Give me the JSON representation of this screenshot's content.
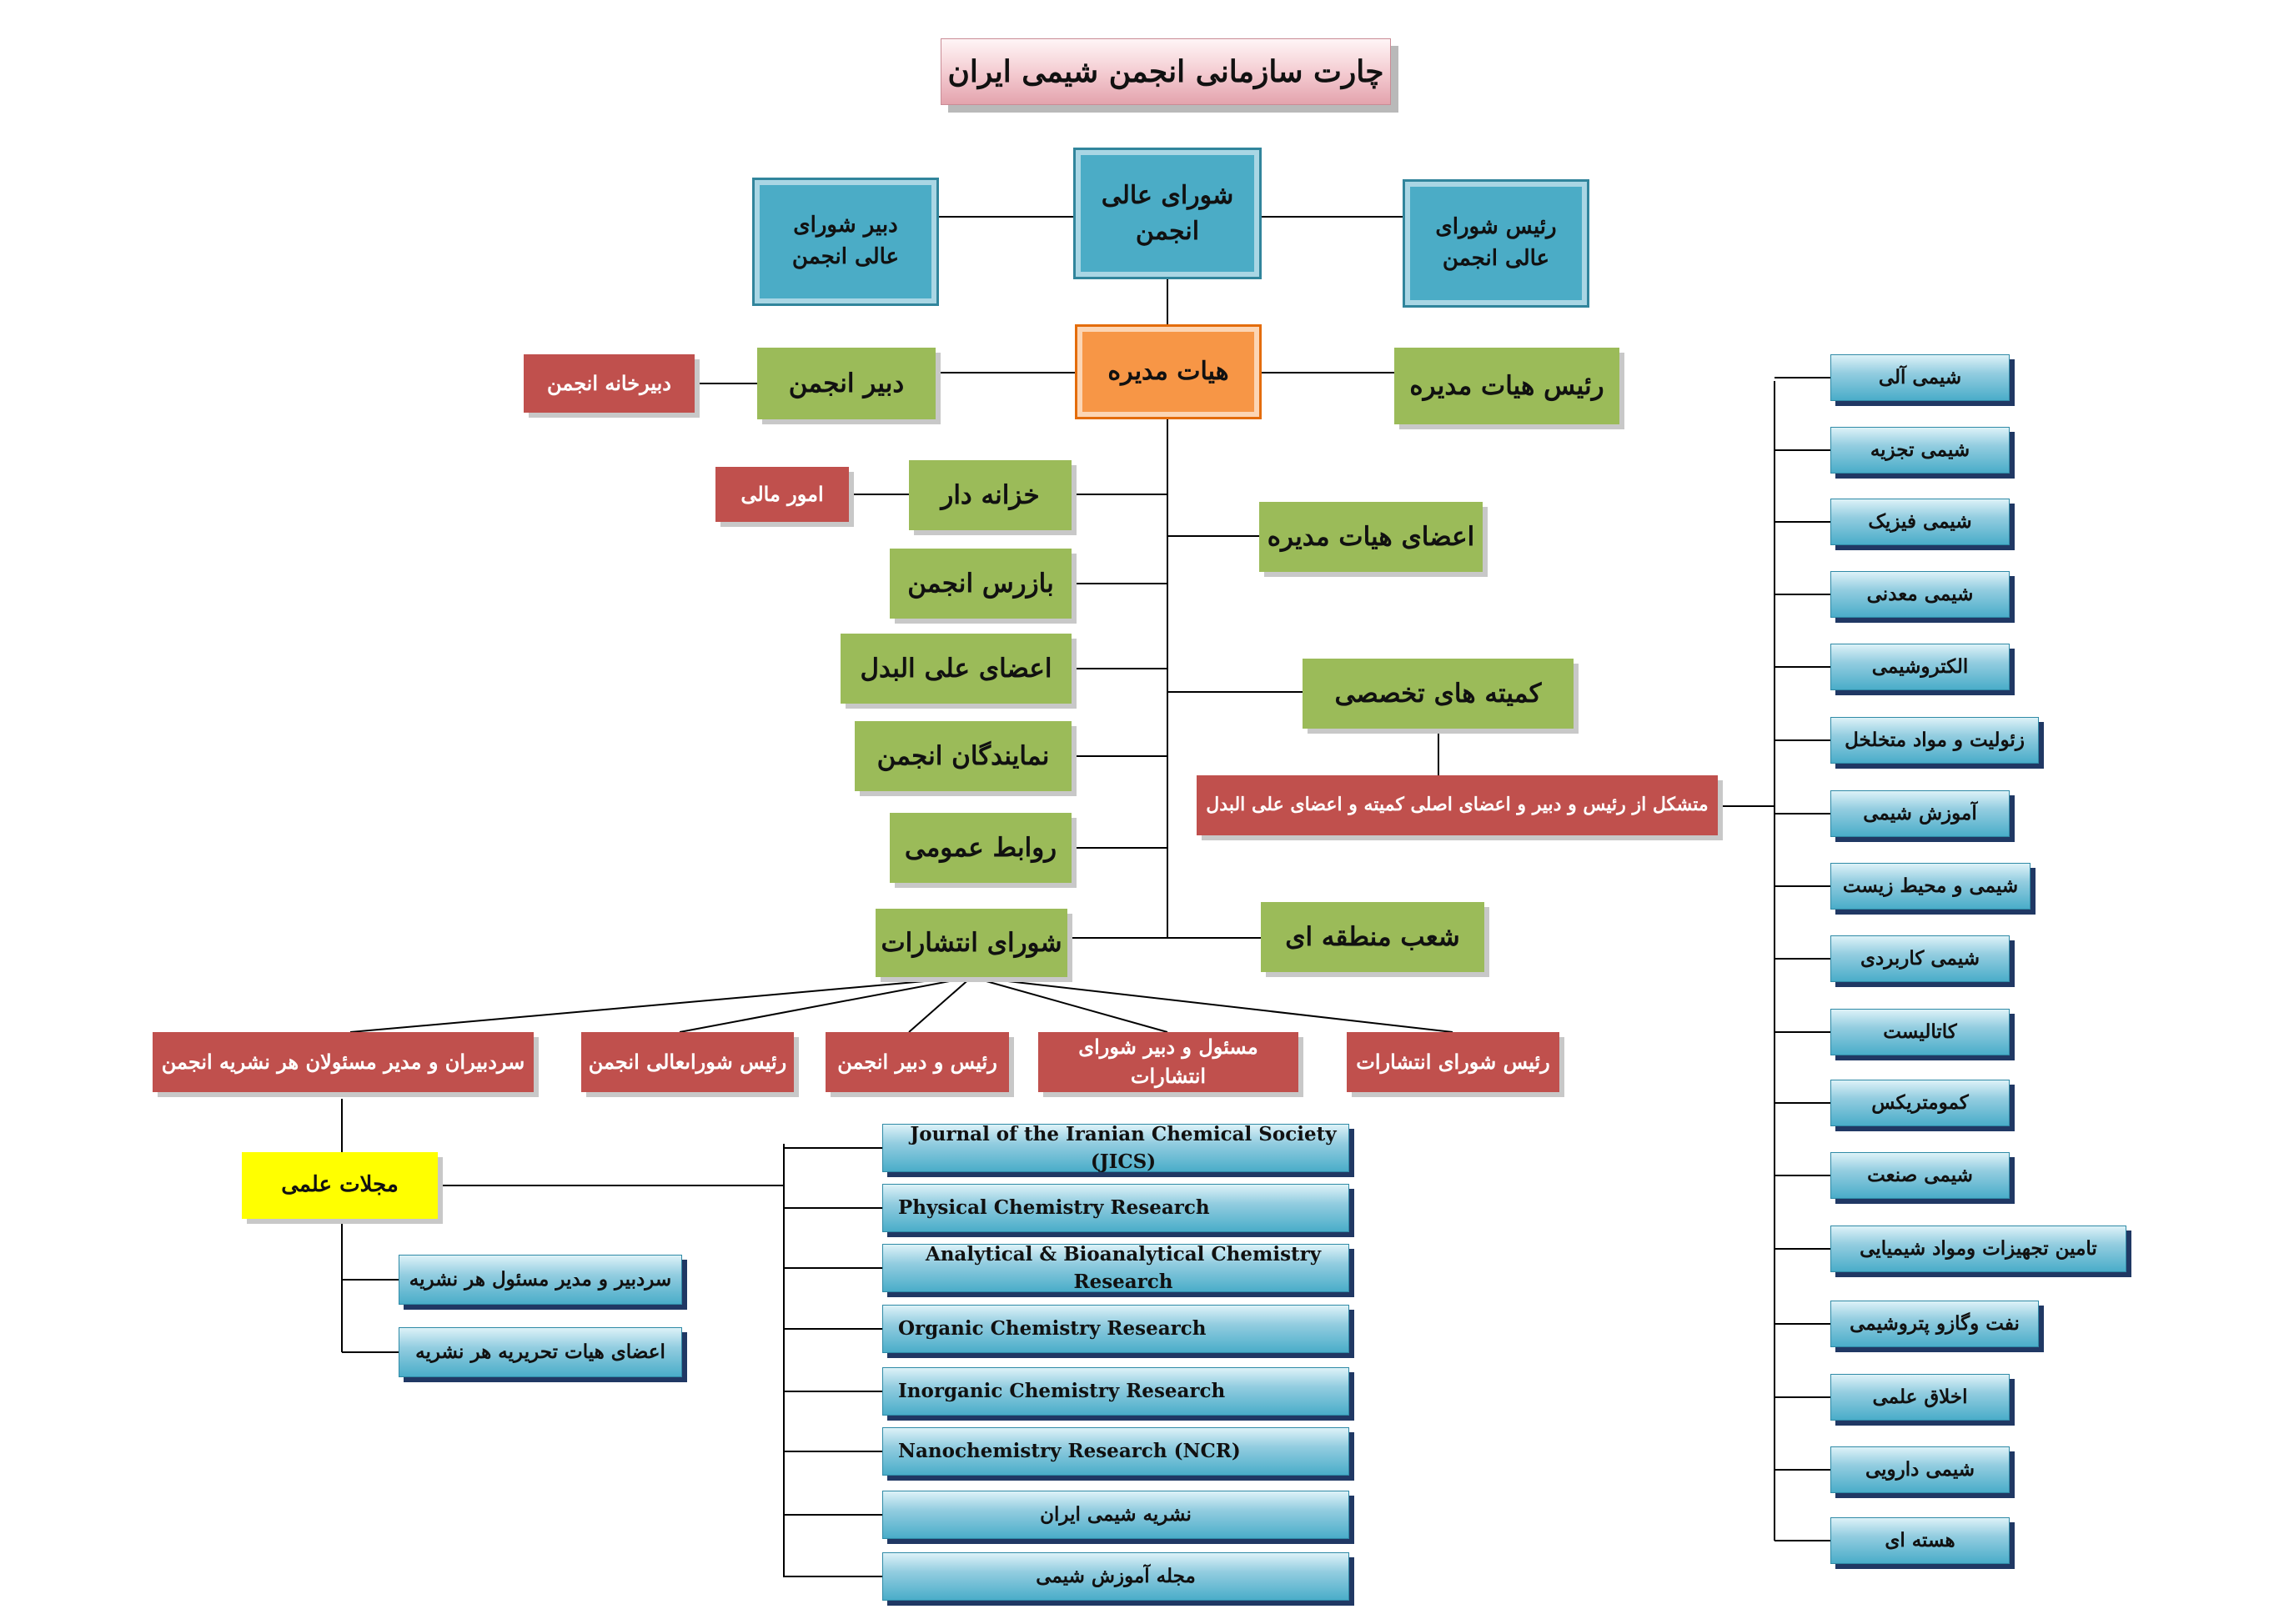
{
  "title": "چارت سازمانی انجمن شیمی ایران",
  "top_council": {
    "secretary": "دبیر شورای\nعالی انجمن",
    "council": "شورای عالی\nانجمن",
    "chair": "رئیس شورای\nعالی انجمن"
  },
  "board": {
    "secretariat": "دبیرخانه انجمن",
    "secretary": "دبیر انجمن",
    "board": "هیات مدیره",
    "board_chair": "رئیس هیات مدیره"
  },
  "left_units": {
    "finance": "امور مالی",
    "treasurer": "خزانه دار",
    "inspector": "بازرس انجمن",
    "alternates": "اعضای علی البدل",
    "representatives": "نمایندگان انجمن",
    "public_relations": "روابط عمومی",
    "publications_council": "شورای انتشارات"
  },
  "right_units": {
    "board_members": "اعضای هیات مدیره",
    "committees": "کمیته های تخصصی",
    "committees_note": "متشکل از رئیس و دبیر و اعضای اصلی کمیته و اعضای علی البدل",
    "branches": "شعب منطقه ای"
  },
  "publications_members": [
    "سردبیران و مدیر مسئولان هر نشریه انجمن",
    "رئیس شوراىعالی انجمن",
    "رئیس و دبیر انجمن",
    "مسئول و دبیر شورای انتشارات",
    "رئیس شورای انتشارات"
  ],
  "journals_node": "مجلات علمی",
  "journal_staff": [
    "سردبیر و  مدیر مسئول هر نشریه",
    "اعضای هیات تحریریه هر نشریه"
  ],
  "journals": [
    "Journal of the Iranian Chemical Society (JICS)",
    "Physical Chemistry Research",
    "Analytical & Bioanalytical Chemistry Research",
    "Organic Chemistry Research",
    "Inorganic Chemistry Research",
    "Nanochemistry Research (NCR)",
    "نشریه شیمی ایران",
    "مجله آموزش شیمی"
  ],
  "committees_list": [
    "شیمی آلی",
    "شیمی تجزیه",
    "شیمی فیزیک",
    "شیمی معدنی",
    "الکتروشیمی",
    "زئولیت و مواد متخلخل",
    "آموزش شیمی",
    "شیمی و محیط زیست",
    "شیمی کاربردی",
    "کاتالیست",
    "کمومتریکس",
    "شیمی صنعت",
    "تامین تجهیزات ومواد شیمیایی",
    "نفت وگازو پتروشیمی",
    "اخلاق علمی",
    "شیمی دارویی",
    "هسته ای"
  ],
  "colors": {
    "teal": "#4bacc6",
    "orange": "#f79646",
    "green": "#9bbb59",
    "red": "#c0504d",
    "yellow": "#ffff00",
    "blue": "#4aadc9"
  }
}
